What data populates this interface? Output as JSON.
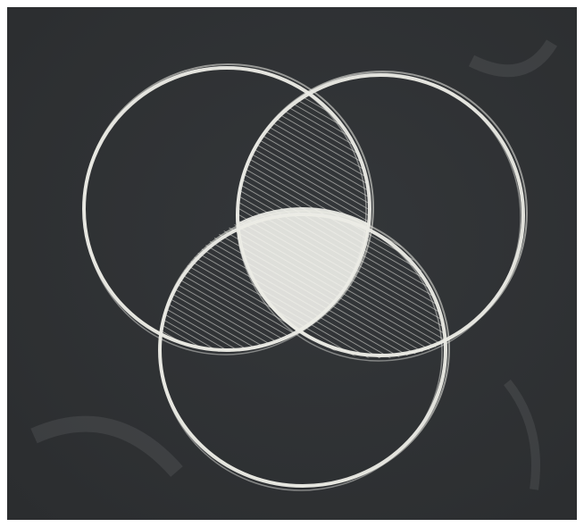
{
  "diagram": {
    "type": "three-set venn diagram",
    "style": "chalk drawing on blackboard",
    "sets": [
      {
        "id": "top-left"
      },
      {
        "id": "top-right"
      },
      {
        "id": "bottom"
      }
    ],
    "regions": [
      {
        "between": [
          "top-left",
          "top-right"
        ],
        "shading": "hatched"
      },
      {
        "between": [
          "top-left",
          "bottom"
        ],
        "shading": "hatched"
      },
      {
        "between": [
          "top-right",
          "bottom"
        ],
        "shading": "hatched"
      },
      {
        "between": [
          "top-left",
          "top-right",
          "bottom"
        ],
        "shading": "solid"
      }
    ]
  },
  "colors": {
    "board": "#2b2d2f",
    "board_light": "#34373a",
    "chalk": "#ecece6",
    "hatch": "#cfcfca",
    "frame": "#ffffff"
  }
}
